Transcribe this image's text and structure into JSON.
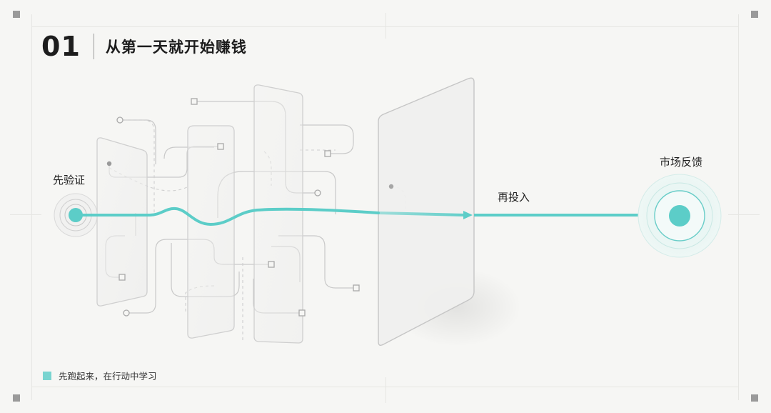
{
  "title": {
    "number": "01",
    "text": "从第一天就开始赚钱"
  },
  "nodes": {
    "start_label": "先验证",
    "middle_label": "再投入",
    "end_label": "市场反馈"
  },
  "legend": {
    "text": "先跑起来，在行动中学习"
  },
  "colors": {
    "accent": "#5ccdc8",
    "accent_light": "#79d4d0",
    "line_gray": "#c9c9c9",
    "panel_stroke": "#cfcfcf",
    "text": "#1d1d1d"
  }
}
